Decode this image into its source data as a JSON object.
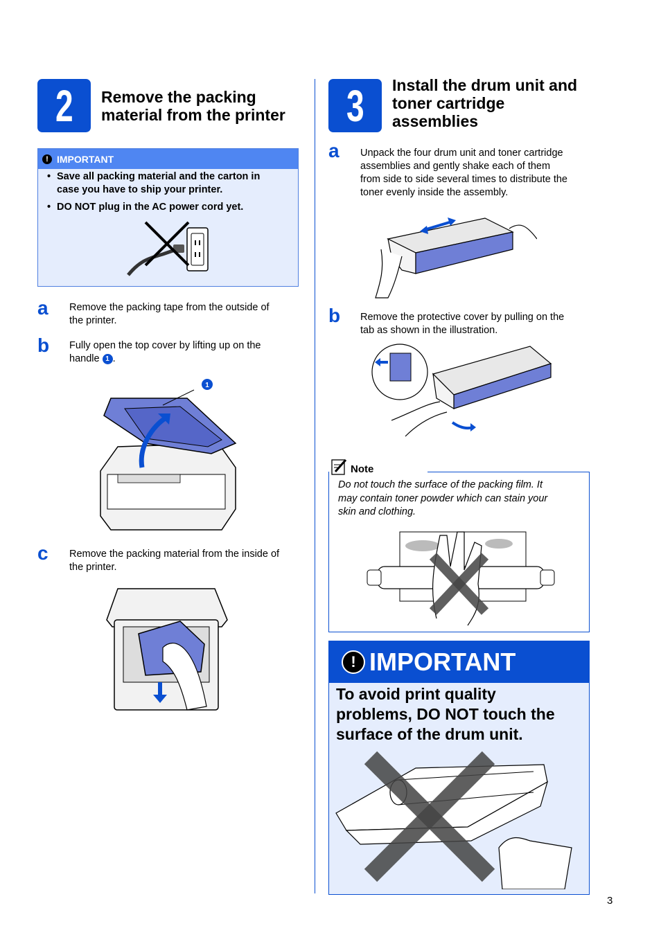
{
  "step2": {
    "number": "2",
    "title_line1": "Remove the packing",
    "title_line2": "material from the printer",
    "important": {
      "label": "IMPORTANT",
      "item1_line1": "Save all packing material and the carton in",
      "item1_line2": "case you have to ship your printer.",
      "item2": "DO NOT plug in the AC power cord yet."
    },
    "a": {
      "letter": "a",
      "line1": "Remove the packing tape from the outside of",
      "line2": "the printer."
    },
    "b": {
      "letter": "b",
      "line1": "Fully open the top cover by lifting up on the",
      "line2_prefix": "handle",
      "callout": "1",
      "line2_suffix": "."
    },
    "figure_callout": "1",
    "c": {
      "letter": "c",
      "line1": "Remove the packing material from the inside of",
      "line2": "the printer."
    }
  },
  "step3": {
    "number": "3",
    "title_line1": "Install the drum unit and",
    "title_line2": "toner cartridge",
    "title_line3": "assemblies",
    "a": {
      "letter": "a",
      "line1": "Unpack the four drum unit and toner cartridge",
      "line2": "assemblies and gently shake each of them",
      "line3": "from side to side several times to distribute the",
      "line4": "toner evenly inside the assembly."
    },
    "b": {
      "letter": "b",
      "line1": "Remove the protective cover by pulling on the",
      "line2": "tab as shown in the illustration."
    },
    "note": {
      "label": "Note",
      "line1": "Do not touch the surface of the packing film. It",
      "line2": "may contain toner powder which can stain your",
      "line3": "skin and clothing."
    },
    "important": {
      "label": "IMPORTANT",
      "line1": "To avoid print quality",
      "line2": "problems, DO NOT touch the",
      "line3": "surface of the drum unit."
    }
  },
  "page_number": "3",
  "colors": {
    "brand_blue": "#0a4fd1",
    "light_blue_bg": "#e5edfd",
    "header_blue": "#4f86f2",
    "cartridge_blue": "#6f7fd6"
  }
}
